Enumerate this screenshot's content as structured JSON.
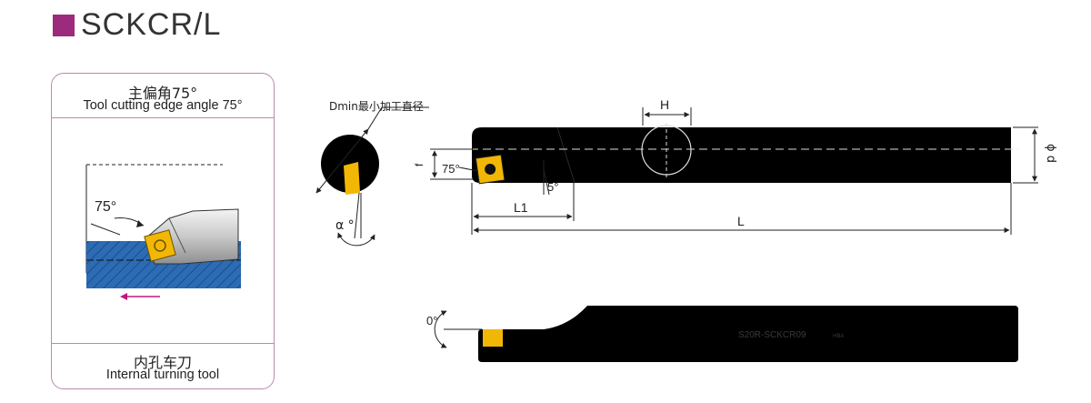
{
  "title": "SCKCR/L",
  "card": {
    "heading_cn": "主偏角75°",
    "heading_en": "Tool cutting edge angle 75°",
    "diagram_angle": "75°",
    "footer_cn": "内孔车刀",
    "footer_en": "Internal turning tool"
  },
  "labels": {
    "dmin": "Dmin最小加工直径",
    "alpha": "α °",
    "h": "H",
    "f": "f",
    "angle_75": "75°",
    "angle_5": "5°",
    "l1": "L1",
    "l": "L",
    "phi_d": "ϕ d",
    "angle_0": "0°",
    "shank_mark": "S20R-SCKCR09",
    "shank_mark_small": "HBA"
  },
  "colors": {
    "accent": "#9c2a7d",
    "card_border": "#b98ab0",
    "workpiece": "#2d6bb3",
    "insert": "#f2b705",
    "tool_body": "#000000",
    "feed_arrow": "#c2187a"
  }
}
